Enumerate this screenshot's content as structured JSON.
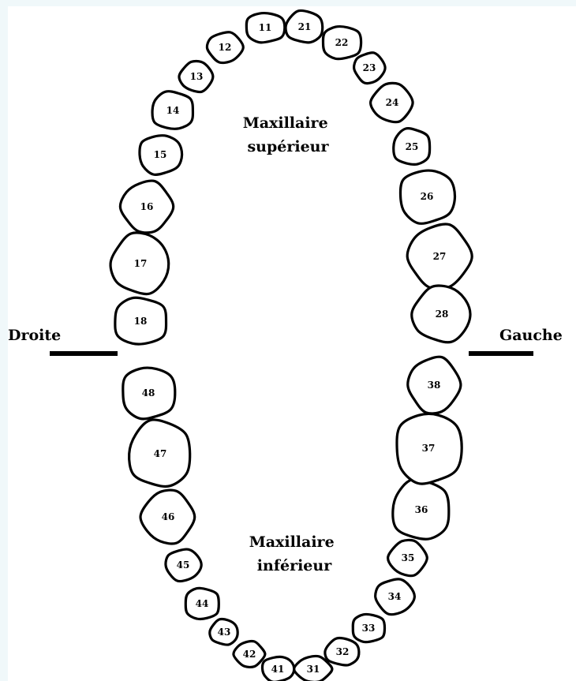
{
  "labels": {
    "upper_jaw": [
      "Maxillaire",
      "supérieur"
    ],
    "lower_jaw": [
      "Maxillaire",
      "inférieur"
    ],
    "right": "Droite",
    "left": "Gauche"
  },
  "teeth": {
    "upper": [
      "11",
      "12",
      "13",
      "14",
      "15",
      "16",
      "17",
      "18",
      "21",
      "22",
      "23",
      "24",
      "25",
      "26",
      "27",
      "28"
    ],
    "lower": [
      "31",
      "32",
      "33",
      "34",
      "35",
      "36",
      "37",
      "38",
      "41",
      "42",
      "43",
      "44",
      "45",
      "46",
      "47",
      "48"
    ]
  },
  "colors": {
    "background": "#f0f8fa",
    "canvas": "#ffffff",
    "ink": "#000000"
  }
}
